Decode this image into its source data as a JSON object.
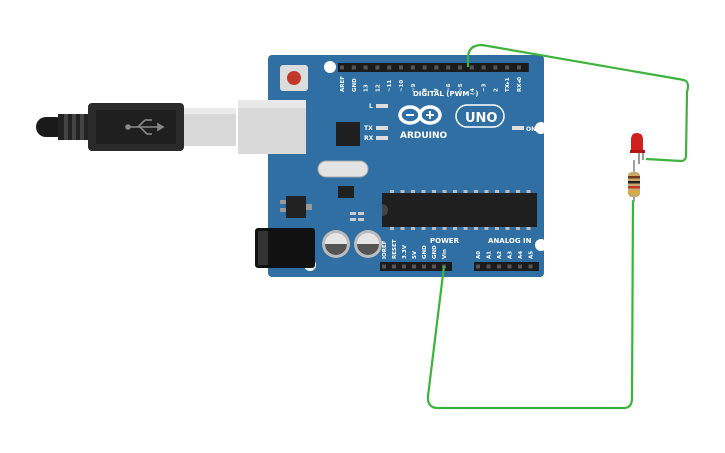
{
  "board": {
    "brand": "ARDUINO",
    "model": "UNO",
    "digital_header_label": "DIGITAL (PWM~)",
    "power_header_label": "POWER",
    "analog_header_label": "ANALOG IN",
    "on_label": "ON",
    "led_l_label": "L",
    "led_tx_label": "TX",
    "led_rx_label": "RX",
    "digital_pins": [
      "AREF",
      "GND",
      "13",
      "12",
      "~11",
      "~10",
      "~9",
      "8",
      "7",
      "~6",
      "~5",
      "4",
      "~3",
      "2",
      "TX▸1",
      "RX◂0"
    ],
    "power_pins": [
      "IOREF",
      "RESET",
      "3.3V",
      "5V",
      "GND",
      "GND",
      "Vin"
    ],
    "analog_pins": [
      "A0",
      "A1",
      "A2",
      "A3",
      "A4",
      "A5"
    ]
  },
  "components": {
    "usb_icon": "usb-icon",
    "led_color": "#d11f1f",
    "wire_color": "#3cb43c",
    "board_color": "#2f6fa3"
  }
}
